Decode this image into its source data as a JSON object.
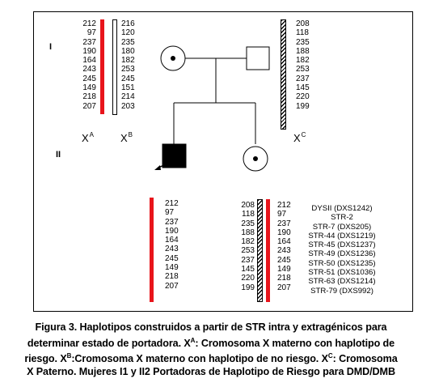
{
  "generations": {
    "gen1": "I",
    "gen2": "II"
  },
  "haplotypes": {
    "xa_values": [
      "212",
      "97",
      "237",
      "190",
      "164",
      "243",
      "245",
      "149",
      "218",
      "207"
    ],
    "xb_values": [
      "216",
      "120",
      "235",
      "180",
      "182",
      "253",
      "245",
      "151",
      "214",
      "203"
    ],
    "xc_values": [
      "208",
      "118",
      "235",
      "188",
      "182",
      "253",
      "237",
      "145",
      "220",
      "199"
    ],
    "ii1_values": [
      "212",
      "97",
      "237",
      "190",
      "164",
      "243",
      "245",
      "149",
      "218",
      "207"
    ],
    "ii2_paternal_values": [
      "208",
      "118",
      "235",
      "188",
      "182",
      "253",
      "237",
      "145",
      "220",
      "199"
    ],
    "ii2_maternal_values": [
      "212",
      "97",
      "237",
      "190",
      "164",
      "243",
      "245",
      "149",
      "218",
      "207"
    ]
  },
  "chromosome_labels": {
    "xa": {
      "base": "X",
      "sup": "A"
    },
    "xb": {
      "base": "X",
      "sup": "B"
    },
    "xc": {
      "base": "X",
      "sup": "C"
    }
  },
  "loci": [
    "DYSII (DXS1242)",
    "STR-2",
    "STR-7 (DXS205)",
    "STR-44 (DXS1219)",
    "STR-45 (DXS1237)",
    "STR-49 (DXS1236)",
    "STR-50 (DXS1235)",
    "STR-51 (DXS1036)",
    "STR-63 (DXS1214)",
    "STR-79 (DXS992)"
  ],
  "colors": {
    "risk_haplotype": "#e8141b",
    "affected": "#000000",
    "line": "#000000"
  },
  "icons": {
    "carrier_mother": "carrier-female-icon",
    "father": "unaffected-male-icon",
    "affected_son": "affected-male-icon",
    "carrier_daughter": "carrier-female-icon",
    "proband_arrow": "proband-arrow-icon"
  },
  "caption": {
    "line1": "Figura 3. Haplotipos construidos a partir de STR intra y extragénicos para",
    "line2_pre": "determinar estado de portadora.  X",
    "line2_sup": "A",
    "line2_post": ": Cromosoma X materno con haplotipo de",
    "line3_pre": "riesgo. X",
    "line3_sup1": "B",
    "line3_mid": ":Cromosoma X materno con haplotipo de no riesgo. X",
    "line3_sup2": "C",
    "line3_post": ": Cromosoma",
    "line4": "X Paterno. Mujeres I1 y II2 Portadoras de Haplotipo de Riesgo para DMD/DMB"
  }
}
